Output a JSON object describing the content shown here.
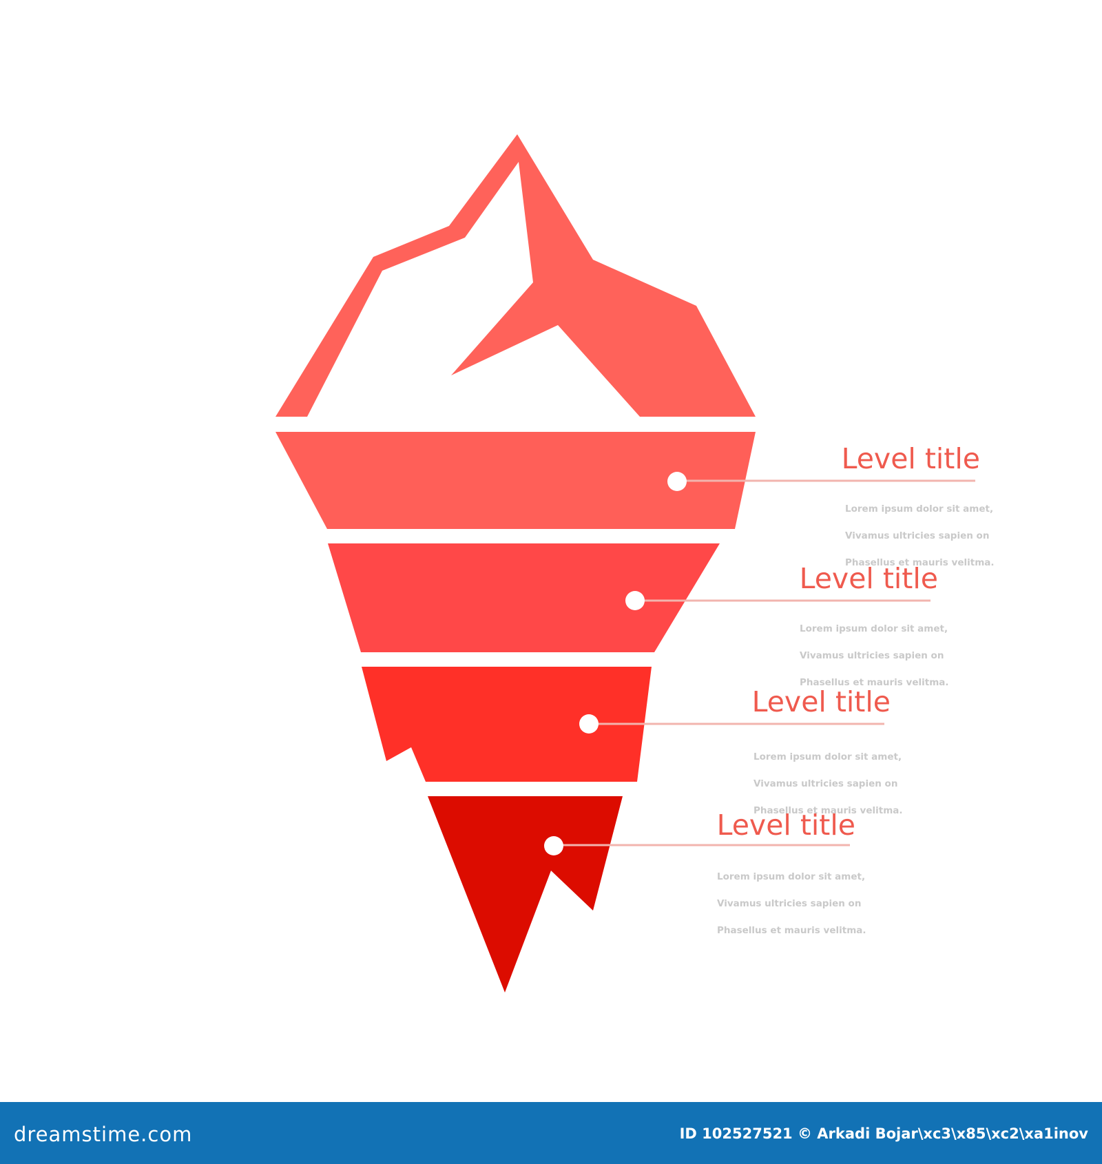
{
  "colors": {
    "background": "#ffffff",
    "tip": "#ff625a",
    "level_1": "#ff5f58",
    "level_2": "#ff4848",
    "level_3": "#ff3028",
    "level_4": "#dc0c00",
    "title_text": "#ef5a4e",
    "desc_text": "#c9c9c9",
    "connector_line": "#f2b4ae",
    "connector_dot": "#ffffff",
    "footer_bg": "#1272b5",
    "footer_text": "#ffffff"
  },
  "levels": [
    {
      "title": "Level title",
      "description": [
        "Lorem ipsum dolor sit amet,",
        "Vivamus ultricies sapien on",
        "Phasellus et mauris velitma."
      ]
    },
    {
      "title": "Level title",
      "description": [
        "Lorem ipsum dolor sit amet,",
        "Vivamus ultricies sapien on",
        "Phasellus et mauris velitma."
      ]
    },
    {
      "title": "Level title",
      "description": [
        "Lorem ipsum dolor sit amet,",
        "Vivamus ultricies sapien on",
        "Phasellus et mauris velitma."
      ]
    },
    {
      "title": "Level title",
      "description": [
        "Lorem ipsum dolor sit amet,",
        "Vivamus ultricies sapien on",
        "Phasellus et mauris velitma."
      ]
    }
  ],
  "footer": {
    "logo": "dreamstime.com",
    "credit": "ID 102527521 © Arkadi Bojar\\xc3\\x85\\xc2\\xa1inov"
  }
}
